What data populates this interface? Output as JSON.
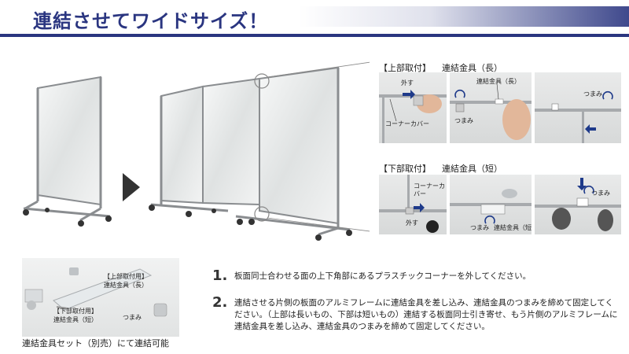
{
  "header": {
    "title": "連結させてワイドサイズ！"
  },
  "top_section": {
    "label": "【上部取付】",
    "part": "連結金具（長）",
    "captions": {
      "remove": "外す",
      "corner_cover": "コーナーカバー",
      "bracket_long": "連結金具（長）",
      "knob_1": "つまみ",
      "knob_2": "つまみ"
    }
  },
  "bottom_section": {
    "label": "【下部取付】",
    "part": "連結金具（短）",
    "captions": {
      "corner_cover": "コーナーカバー",
      "remove": "外す",
      "knob_bracket": "つまみ",
      "bracket_short": "連結金具（短）",
      "knob_2": "つまみ"
    }
  },
  "kit": {
    "top_label_1": "【上部取付用】",
    "top_label_2": "連結金具（長）",
    "bottom_label_1": "【下部取付用】",
    "bottom_label_2": "連結金具（短）",
    "knob": "つまみ",
    "note": "連結金具セット（別売）にて連結可能"
  },
  "steps": [
    {
      "num": "1.",
      "text": "板面同士合わせる面の上下角部にあるプラスチックコーナーを外してください。"
    },
    {
      "num": "2.",
      "text": "連結させる片側の板面のアルミフレームに連結金具を差し込み、連結金具のつまみを締めて固定してください。（上部は長いもの、下部は短いもの）連結する板面同士引き寄せ、もう片側のアルミフレームに連結金具を差し込み、連結金具のつまみを締めて固定してください。"
    }
  ],
  "colors": {
    "accent": "#2a3580",
    "arrow": "#1e3a8a",
    "frame": "#8a8d90"
  }
}
